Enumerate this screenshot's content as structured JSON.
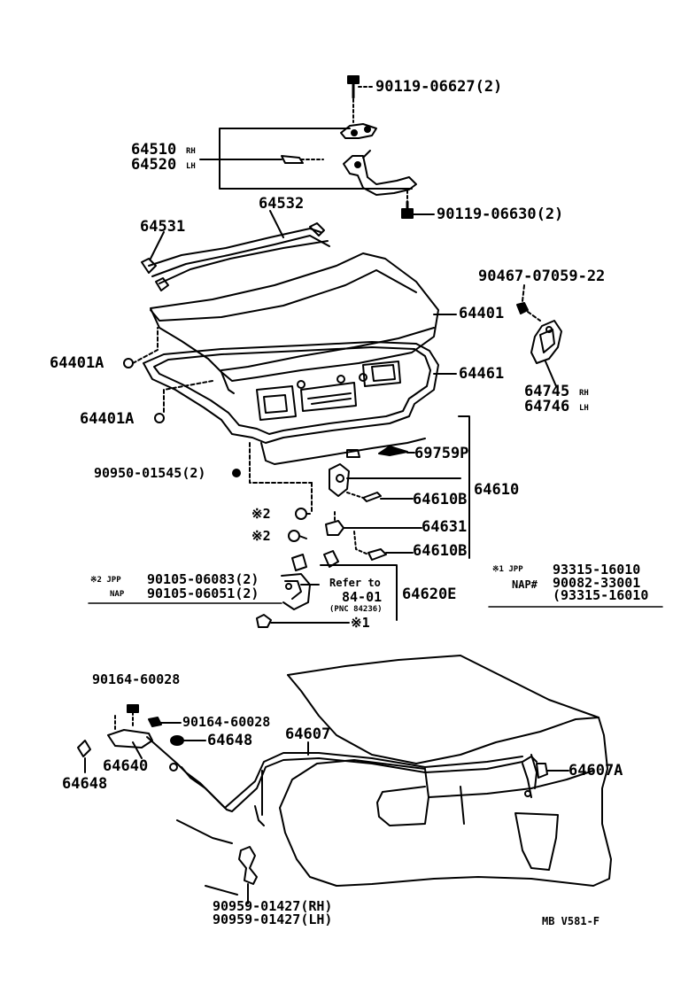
{
  "labels": {
    "p90119_06627": "90119-06627(2)",
    "p64510": "64510",
    "p64510_sfx": "RH",
    "p64520": "64520",
    "p64520_sfx": "LH",
    "p90119_06630": "90119-06630(2)",
    "p64532": "64532",
    "p64531": "64531",
    "p90467": "90467-07059-22",
    "p64401": "64401",
    "p64401A_1": "64401A",
    "p64461": "64461",
    "p64745": "64745",
    "p64745_sfx": "RH",
    "p64746": "64746",
    "p64746_sfx": "LH",
    "p64401A_2": "64401A",
    "p69759P": "69759P",
    "p90950": "90950-01545(2)",
    "p64610": "64610",
    "p64610B_1": "64610B",
    "star2_a": "※2",
    "star2_b": "※2",
    "p64631": "64631",
    "p64610B_2": "64610B",
    "star2_jpp_tag": "※2 JPP",
    "star2_jpp_pn": "90105-06083(2)",
    "nap_tag_left": "NAP",
    "nap_pn_left": "90105-06051(2)",
    "refer_to": "Refer to",
    "refer_num": "84-01",
    "refer_pnc": "(PNC 84236)",
    "p64620E": "64620E",
    "star1": "※1",
    "star1_jpp_tag": "※1 JPP",
    "star1_jpp_pn": "93315-16010",
    "nap_hash_tag": "NAP#",
    "nap_hash_pn": "90082-33001",
    "nap_hash_pn2": "(93315-16010",
    "p90164_top": "90164-60028",
    "p90164_mid": "90164-60028",
    "p64648_right": "64648",
    "p64607": "64607",
    "p64640": "64640",
    "p64648_left": "64648",
    "p64607A": "64607A",
    "p90959_rh": "90959-01427(RH)",
    "p90959_lh": "90959-01427(LH)",
    "diagram_code": "MB V581-F"
  }
}
